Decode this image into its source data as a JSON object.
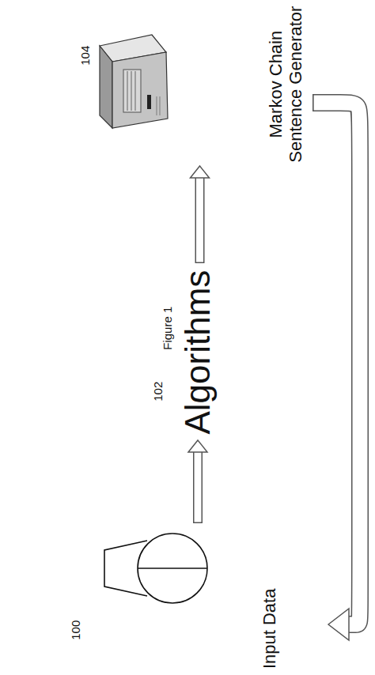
{
  "diagram": {
    "nodes": [
      {
        "text": [
          "Input Data"
        ]
      },
      {
        "text": [
          "Algorithms"
        ]
      },
      {
        "text": [
          "Markov Chain Sentence Generator"
        ]
      }
    ],
    "edges": [
      {
        "from": 0,
        "to": 1,
        "arrow": "to"
      },
      {
        "from": 1,
        "to": 2,
        "arrow": "to"
      },
      {
        "from": 2,
        "to": 0,
        "arrow": "to"
      }
    ],
    "labels": [
      "Figure 1",
      "100",
      "102",
      "104"
    ]
  }
}
